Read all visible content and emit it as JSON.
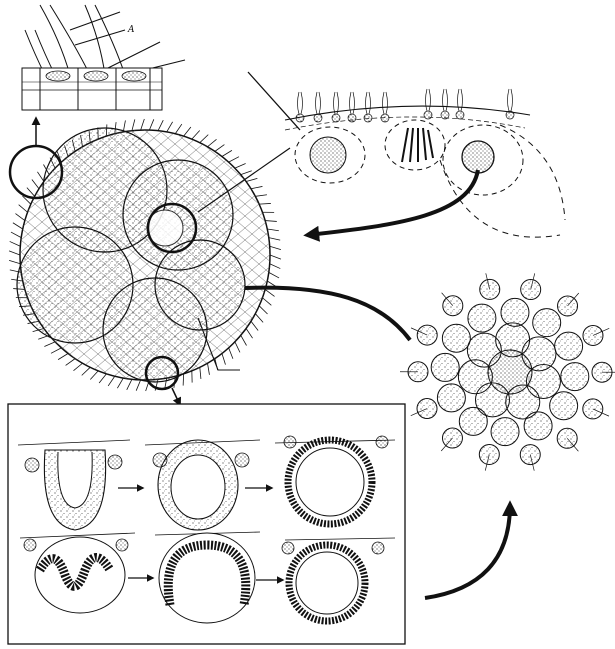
{
  "figure": {
    "panel_letter": "A",
    "colors": {
      "ink": "#111111",
      "paper": "#ffffff",
      "stipple": "#444444"
    },
    "panels": [
      {
        "id": "somatic-cell-wall-detail",
        "icon": "flagellated-cell-row"
      },
      {
        "id": "colony-overview",
        "icon": "spherical-colony-with-daughter-spheres"
      },
      {
        "id": "gonidium-formation-detail",
        "icon": "gonidia-in-surface-layer"
      },
      {
        "id": "developing-embryo",
        "icon": "cell-cluster"
      },
      {
        "id": "inversion-sequence",
        "icon": "embryo-inversion-stages"
      }
    ]
  }
}
